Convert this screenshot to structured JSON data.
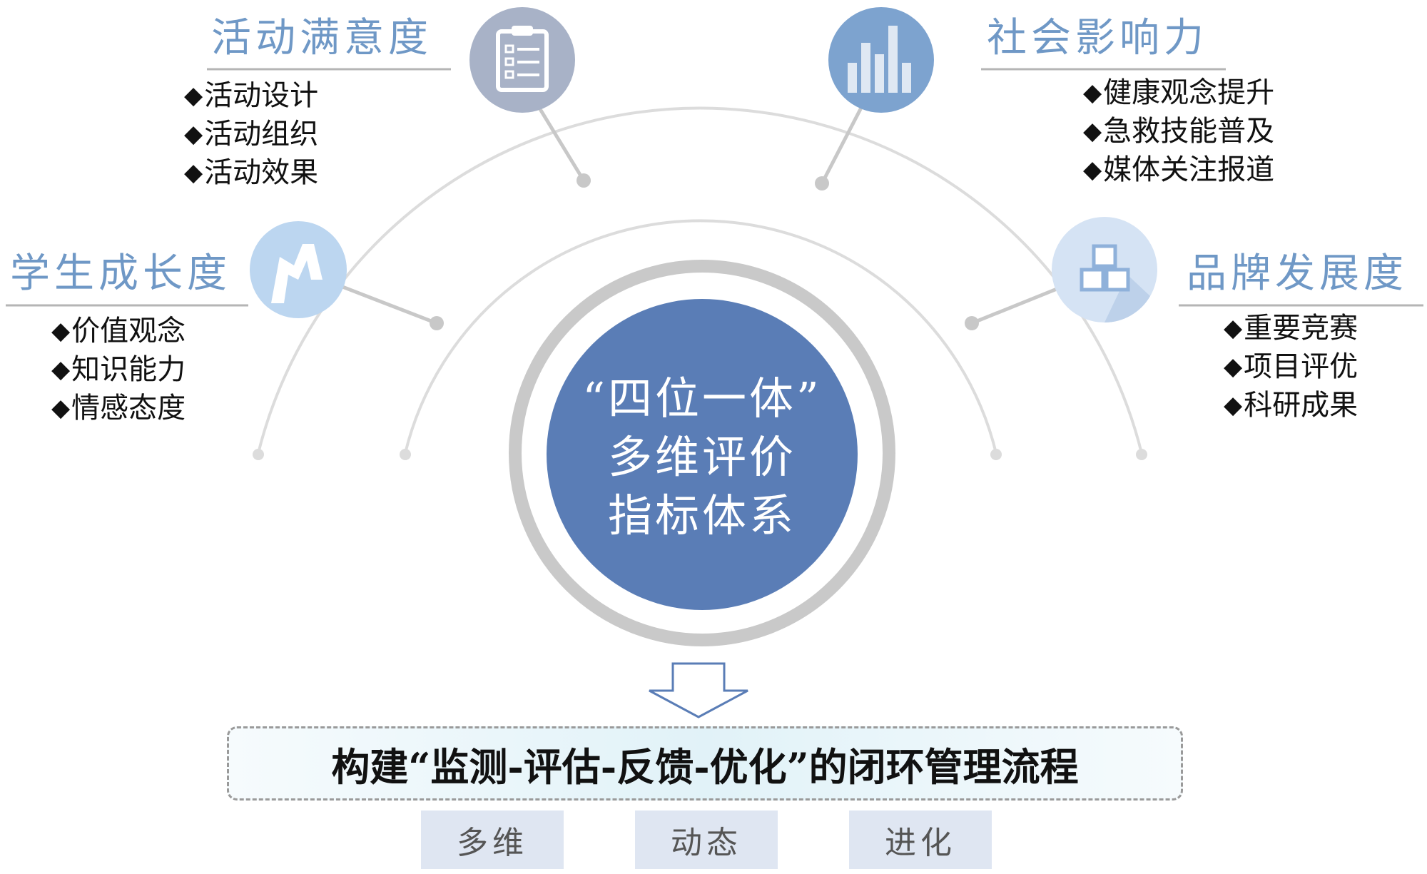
{
  "center": {
    "lines": [
      "“四位一体”",
      "多维评价",
      "指标体系"
    ]
  },
  "categories": [
    {
      "id": "activity",
      "title": "活动满意度",
      "icon": "clipboard-checklist-icon",
      "items": [
        "活动设计",
        "活动组织",
        "活动效果"
      ]
    },
    {
      "id": "social",
      "title": "社会影响力",
      "icon": "bar-chart-icon",
      "items": [
        "健康观念提升",
        "急救技能普及",
        "媒体关注报道"
      ]
    },
    {
      "id": "student",
      "title": "学生成长度",
      "icon": "growth-chart-icon",
      "items": [
        "价值观念",
        "知识能力",
        "情感态度"
      ]
    },
    {
      "id": "brand",
      "title": "品牌发展度",
      "icon": "blocks-icon",
      "items": [
        "重要竞赛",
        "项目评优",
        "科研成果"
      ]
    }
  ],
  "bullet": "◆",
  "banner": {
    "text": "构建“监测-评估-反馈-优化”的闭环管理流程"
  },
  "tags": [
    "多维",
    "动态",
    "进化"
  ],
  "colors": {
    "center_fill": "#5a7db6",
    "center_ring": "#c9c9c9",
    "arc": "#dadada",
    "title_text": "#6f98c6",
    "icon_activity": "#a8b2c7",
    "icon_social": "#7da3cf",
    "icon_student": "#bcd6f0",
    "icon_brand": "#d5e3f4",
    "tag_bg": "#dfe6f2"
  }
}
